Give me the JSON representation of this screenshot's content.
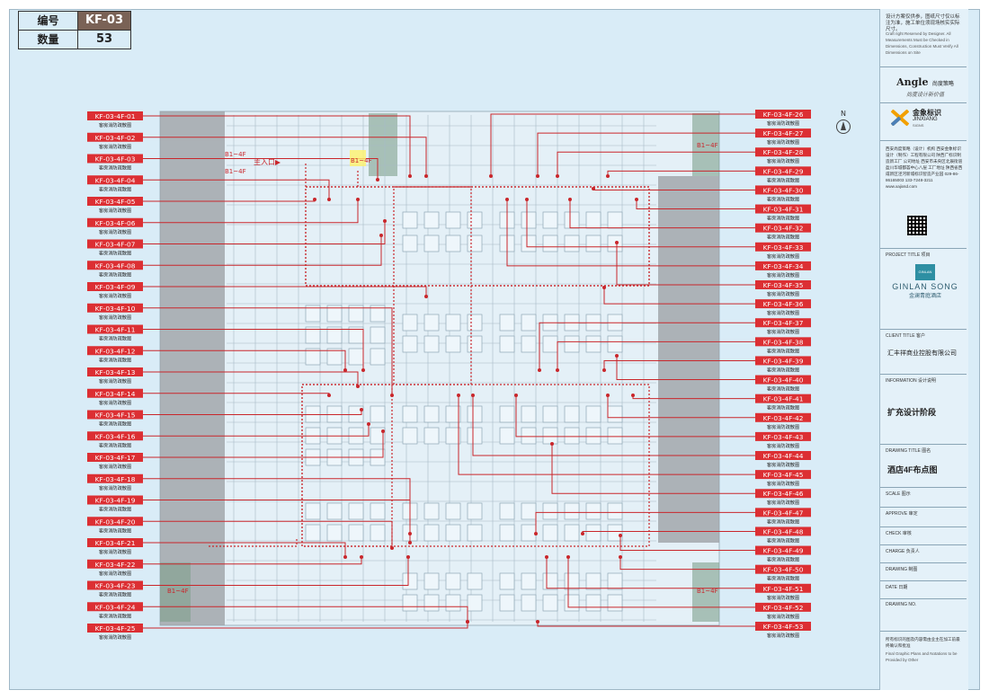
{
  "header": {
    "code_label": "编号",
    "code_value": "KF-03",
    "qty_label": "数量",
    "qty_value": "53"
  },
  "colors": {
    "red": "#c9262b",
    "tag_fill": "#dc2f33",
    "background": "#d9ecf7",
    "header_fill": "#7a6256",
    "mask": "#9a9ea2",
    "green_zone": "#7fa08c"
  },
  "floor_labels": {
    "b1f": "B1~4F",
    "entrance": "主入口"
  },
  "north_label": "N",
  "sign_caption": "客房消防疏散图",
  "left_tags": [
    "KF-03-4F-01",
    "KF-03-4F-02",
    "KF-03-4F-03",
    "KF-03-4F-04",
    "KF-03-4F-05",
    "KF-03-4F-06",
    "KF-03-4F-07",
    "KF-03-4F-08",
    "KF-03-4F-09",
    "KF-03-4F-10",
    "KF-03-4F-11",
    "KF-03-4F-12",
    "KF-03-4F-13",
    "KF-03-4F-14",
    "KF-03-4F-15",
    "KF-03-4F-16",
    "KF-03-4F-17",
    "KF-03-4F-18",
    "KF-03-4F-19",
    "KF-03-4F-20",
    "KF-03-4F-21",
    "KF-03-4F-22",
    "KF-03-4F-23",
    "KF-03-4F-24",
    "KF-03-4F-25"
  ],
  "right_tags": [
    "KF-03-4F-26",
    "KF-03-4F-27",
    "KF-03-4F-28",
    "KF-03-4F-29",
    "KF-03-4F-30",
    "KF-03-4F-31",
    "KF-03-4F-32",
    "KF-03-4F-33",
    "KF-03-4F-34",
    "KF-03-4F-35",
    "KF-03-4F-36",
    "KF-03-4F-37",
    "KF-03-4F-38",
    "KF-03-4F-39",
    "KF-03-4F-40",
    "KF-03-4F-41",
    "KF-03-4F-42",
    "KF-03-4F-43",
    "KF-03-4F-44",
    "KF-03-4F-45",
    "KF-03-4F-46",
    "KF-03-4F-47",
    "KF-03-4F-48",
    "KF-03-4F-49",
    "KF-03-4F-50",
    "KF-03-4F-51",
    "KF-03-4F-52",
    "KF-03-4F-53"
  ],
  "title_block": {
    "note_cn": "设计方案仅供参，图纸尺寸仅以标注为准，施工单位须现场核实实际尺寸。",
    "note_en": "Craft right Reserved by Designer. All Measurements Must be Checked in Dimensions, Construction Must Verify All Dimensions on Site",
    "company1_logo": "Angle",
    "company1_name": "尚度策略",
    "company1_slogan": "尚度设计新价值",
    "company2_logo_cn": "金象标识",
    "company2_logo_en": "JINXIANG",
    "company2_logo_sub": "SIGNS",
    "company_info": "西安尚度策略（设计）机构 西安金象标识设计（制作）工程有限公司 陕西广标识制造新工厂 公司地址 西安市未央区北辰街道盈川华城都荟中心八层 工厂地址 陕西省西咸新区泾河新城标识智造产业园 029-86-86165003 133-7248-3211 www.xajixsd.com",
    "project_title_label": "PROJECT TITLE 项目",
    "project_logo_mark": "GINLAN",
    "project_name_en": "GINLAN SONG",
    "project_name_cn": "金澜青庭酒店",
    "client_title_label": "CLIENT TITLE 客户",
    "client_name": "汇丰祥商业控股有限公司",
    "information_label": "INFORMATION 设计说明",
    "phase": "扩充设计阶段",
    "drawing_title_label": "DRAWING TITLE 图名",
    "drawing_title": "酒店4F布点图",
    "scale_label": "SCALE 图示",
    "approve_label": "APPROVE 审定",
    "check_label": "CHECK 审核",
    "charge_label": "CHARGE 负责人",
    "drawing_label": "DRAWING 制图",
    "date_label": "DATE 日期",
    "drawing_no_label": "DRAWING NO.",
    "footer_cn": "所有标识的图及内容需由业主在加工前最终确认和批准",
    "footer_en": "Final Graphic Plans and Notations to be Provided by Other"
  }
}
